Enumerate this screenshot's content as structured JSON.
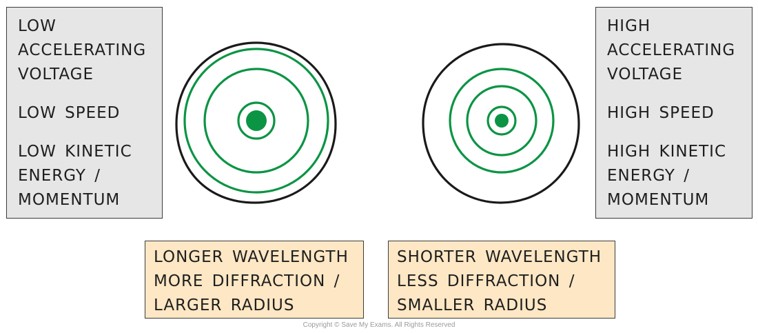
{
  "left_panel": {
    "voltage": [
      "LOW",
      "ACCELERATING",
      "VOLTAGE"
    ],
    "speed": [
      "LOW SPEED"
    ],
    "energy": [
      "LOW KINETIC",
      "ENERGY /",
      "MOMENTUM"
    ]
  },
  "right_panel": {
    "voltage": [
      "HIGH",
      "ACCELERATING",
      "VOLTAGE"
    ],
    "speed": [
      "HIGH SPEED"
    ],
    "energy": [
      "HIGH KINETIC",
      "ENERGY /",
      "MOMENTUM"
    ]
  },
  "left_result": [
    "LONGER WAVELENGTH",
    "MORE DIFFRACTION /",
    "LARGER RADIUS"
  ],
  "right_result": [
    "SHORTER WAVELENGTH",
    "LESS DIFFRACTION /",
    "SMALLER RADIUS"
  ],
  "footer": {
    "copyright": "Copyright © Save My Exams. All Rights Reserved"
  },
  "colors": {
    "ring": "#0b9444",
    "panel_fill": "#e6e6e6",
    "result_fill": "#fde7c4",
    "outline": "#1a1a1a"
  },
  "icons": {
    "center_spot": "filled-circle",
    "diffraction_rings": "concentric-circles"
  }
}
